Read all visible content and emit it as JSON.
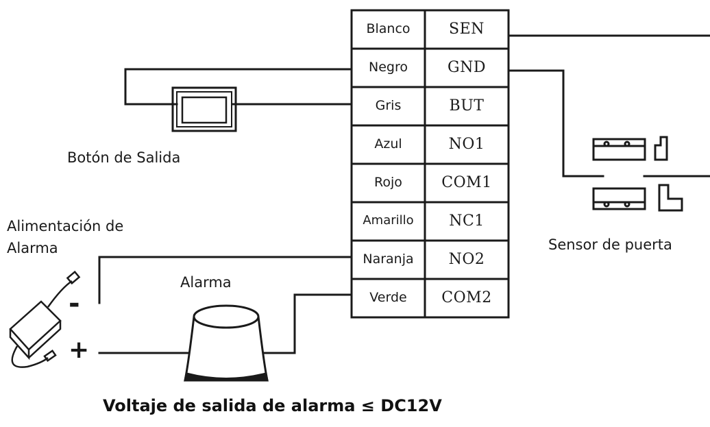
{
  "terminal_block": {
    "rows": [
      {
        "color": "Blanco",
        "terminal": "SEN"
      },
      {
        "color": "Negro",
        "terminal": "GND"
      },
      {
        "color": "Gris",
        "terminal": "BUT"
      },
      {
        "color": "Azul",
        "terminal": "NO1"
      },
      {
        "color": "Rojo",
        "terminal": "COM1"
      },
      {
        "color": "Amarillo",
        "terminal": "NC1"
      },
      {
        "color": "Naranja",
        "terminal": "NO2"
      },
      {
        "color": "Verde",
        "terminal": "COM2"
      }
    ]
  },
  "labels": {
    "exit_button": "Botón de Salida",
    "alarm_power_line1": "Alimentación de",
    "alarm_power_line2": "Alarma",
    "alarm": "Alarma",
    "door_sensor": "Sensor de puerta",
    "minus": "-",
    "plus": "+"
  },
  "caption": "Voltaje de salida de alarma ≤ DC12V",
  "colors": {
    "line": "#1a1a1a",
    "background": "#ffffff"
  }
}
